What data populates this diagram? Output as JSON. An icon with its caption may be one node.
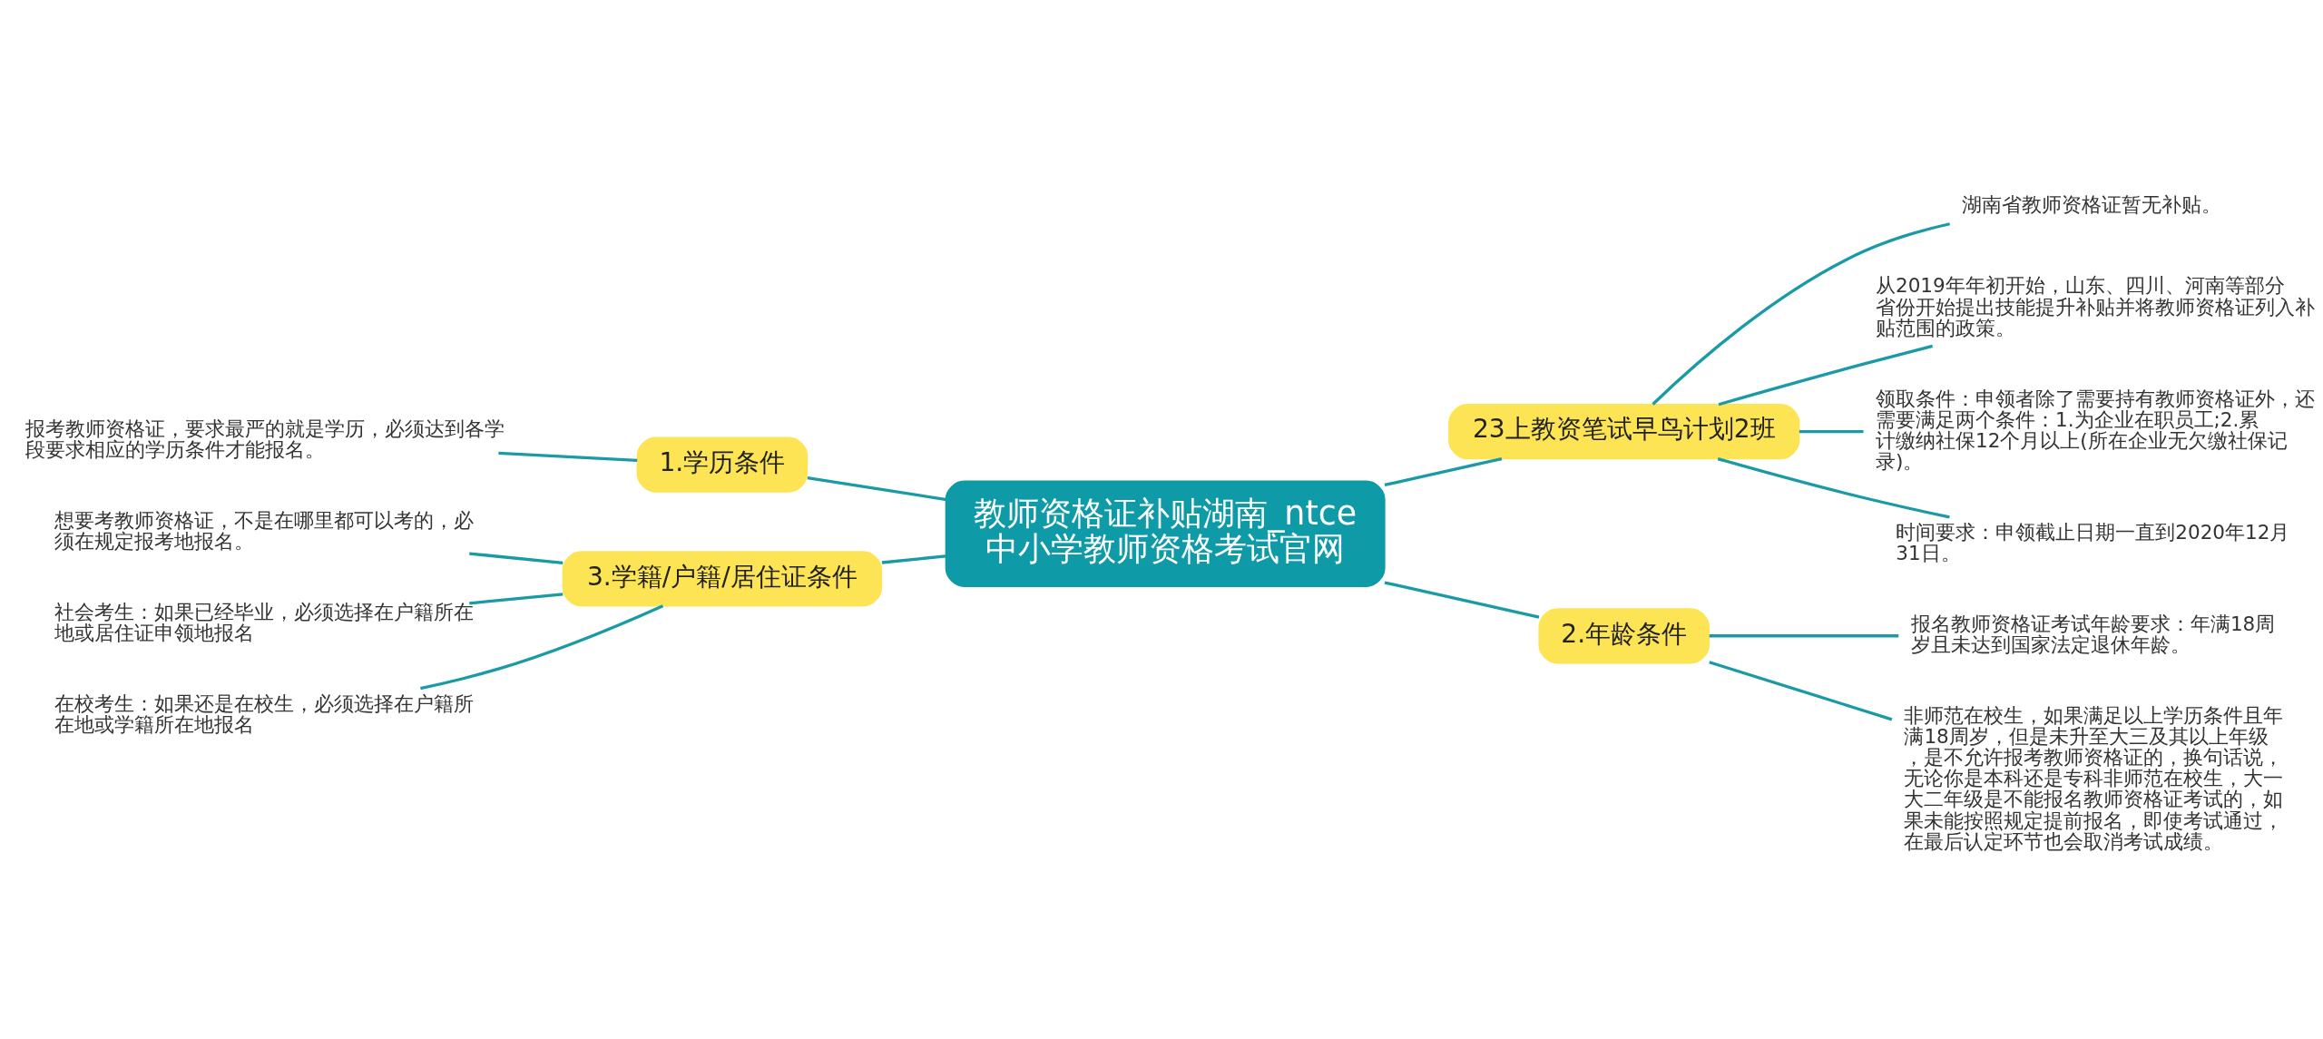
{
  "diagram": {
    "nodes": [
      {
        "text": [
          "教师资格证补贴湖南_ntce中小学教师资格考试官网"
        ]
      },
      {
        "text": [
          "23上教资笔试早鸟计划2班"
        ]
      },
      {
        "text": [
          "湖南省教师资格证暂无补贴。"
        ]
      },
      {
        "text": [
          "从2019年年初开始，山东、四川、河南等部分省份开始提出技能提升补贴并将教师资格证列入补贴范围的政策。"
        ]
      },
      {
        "text": [
          "领取条件：申领者除了需要持有教师资格证外，还需要满足两个条件：1.为企业在职员工;2.累计缴纳社保12个月以上(所在企业无欠缴社保记录)。"
        ]
      },
      {
        "text": [
          "时间要求：申领截止日期一直到2020年12月31日。"
        ]
      },
      {
        "text": [
          "2.年龄条件"
        ]
      },
      {
        "text": [
          "报名教师资格证考试年龄要求：年满18周岁且未达到国家法定退休年龄。"
        ]
      },
      {
        "text": [
          "非师范在校生，如果满足以上学历条件且年满18周岁，但是未升至大三及其以上年级，是不允许报考教师资格证的，换句话说，无论你是本科还是专科非师范在校生，大一大二年级是不能报名教师资格证考试的，如果未能按照规定提前报名，即使考试通过，在最后认定环节也会取消考试成绩。"
        ]
      },
      {
        "text": [
          "1.学历条件"
        ]
      },
      {
        "text": [
          "报考教师资格证，要求最严的就是学历，必须达到各学段要求相应的学历条件才能报名。"
        ]
      },
      {
        "text": [
          "3.学籍/户籍/居住证条件"
        ]
      },
      {
        "text": [
          "想要考教师资格证，不是在哪里都可以考的，必须在规定报考地报名。"
        ]
      },
      {
        "text": [
          "社会考生：如果已经毕业，必须选择在户籍所在地或居住证申领地报名"
        ]
      },
      {
        "text": [
          "在校考生：如果还是在校生，必须选择在户籍所在地或学籍所在地报名"
        ]
      }
    ],
    "edges": [
      {
        "from": 0,
        "to": 1,
        "arrow": "none"
      },
      {
        "from": 1,
        "to": 2,
        "arrow": "none"
      },
      {
        "from": 1,
        "to": 3,
        "arrow": "none"
      },
      {
        "from": 1,
        "to": 4,
        "arrow": "none"
      },
      {
        "from": 1,
        "to": 5,
        "arrow": "none"
      },
      {
        "from": 0,
        "to": 6,
        "arrow": "none"
      },
      {
        "from": 6,
        "to": 7,
        "arrow": "none"
      },
      {
        "from": 6,
        "to": 8,
        "arrow": "none"
      },
      {
        "from": 0,
        "to": 9,
        "arrow": "none"
      },
      {
        "from": 9,
        "to": 10,
        "arrow": "none"
      },
      {
        "from": 0,
        "to": 11,
        "arrow": "none"
      },
      {
        "from": 11,
        "to": 12,
        "arrow": "none"
      },
      {
        "from": 11,
        "to": 13,
        "arrow": "none"
      },
      {
        "from": 11,
        "to": 14,
        "arrow": "none"
      }
    ]
  }
}
